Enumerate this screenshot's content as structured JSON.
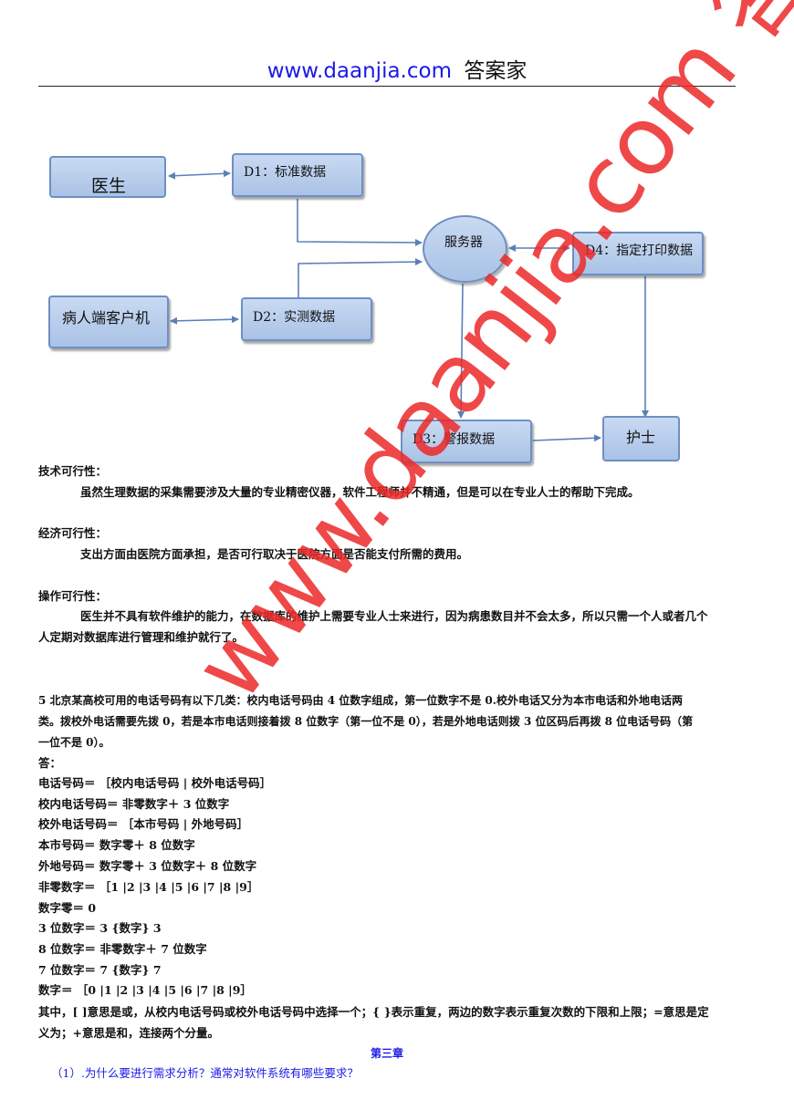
{
  "header": {
    "url": "www.daanjia.com",
    "brand": "答案家"
  },
  "diagram": {
    "doctor": "医生",
    "d1": "D1：标准数据",
    "server": "服务器",
    "d4": "D4：指定打印数据",
    "patient_client": "病人端客户机",
    "d2": "D2：实测数据",
    "d3": "D3：警报数据",
    "nurse": "护士"
  },
  "sections": {
    "tech_title": "技术可行性：",
    "tech_body": "虽然生理数据的采集需要涉及大量的专业精密仪器，软件工程师并不精通，但是可以在专业人士的帮助下完成。",
    "econ_title": "经济可行性：",
    "econ_body": "支出方面由医院方面承担，是否可行取决于医院方面是否能支付所需的费用。",
    "op_title": "操作可行性：",
    "op_body_1": "医生并不具有软件维护的能力，在数据库的维护上需要专业人士来进行，因为病患数目并不会太多，所以只需一个人或者几个",
    "op_body_2": "人定期对数据库进行管理和维护就行了。"
  },
  "q5": {
    "line1": "5 北京某高校可用的电话号码有以下几类：校内电话号码由 4 位数字组成，第一位数字不是 0.校外电话又分为本市电话和外地电话两",
    "line2": "类。拨校外电话需要先拨 0，若是本市电话则接着拨 8 位数字（第一位不是 0），若是外地电话则拨 3 位区码后再拨 8 位电话号码（第",
    "line3": "一位不是 0）。",
    "answer": "答：",
    "defs": [
      "电话号码＝ ［校内电话号码 | 校外电话号码］",
      "校内电话号码＝ 非零数字＋ 3 位数字",
      "校外电话号码＝ ［本市号码 | 外地号码］",
      "本市号码＝ 数字零＋ 8 位数字",
      "外地号码＝ 数字零＋ 3 位数字＋ 8 位数字",
      "非零数字＝ ［1 |2 |3 |4 |5 |6 |7 |8 |9］",
      "数字零＝ 0",
      "3 位数字＝ 3 {数字} 3",
      "8 位数字＝ 非零数字＋ 7 位数字",
      "7 位数字＝ 7 {数字} 7",
      "数字＝ ［0 |1 |2 |3 |4 |5 |6 |7 |8 |9］"
    ],
    "note_1": "其中，[ ]意思是或，从校内电话号码或校外电话号码中选择一个；{ }表示重复，两边的数字表示重复次数的下限和上限；=意思是定",
    "note_2": "义为；+意思是和，连接两个分量。"
  },
  "chapter": {
    "title": "第三章",
    "question": "（1）.为什么要进行需求分析？通常对软件系统有哪些要求？"
  },
  "watermark": "www.daanjia.com 答案家",
  "colors": {
    "box_fill": "#b9cdea",
    "box_border": "#6f8fc2",
    "arrow": "#5b7fb8",
    "watermark": "#ec2828",
    "link": "#1a1ae6"
  }
}
